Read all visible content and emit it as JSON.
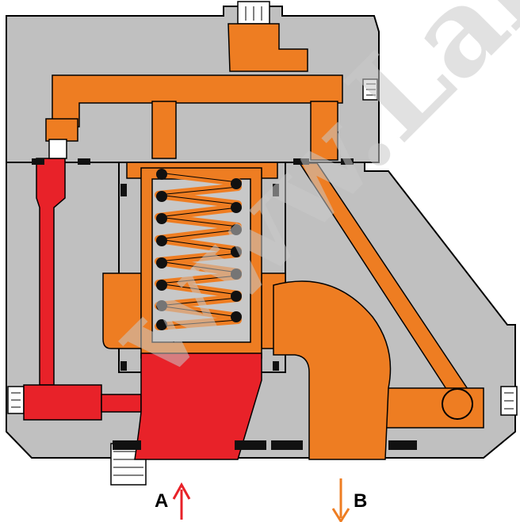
{
  "diagram": {
    "watermark": "www.Lab",
    "ports": [
      {
        "id": "A",
        "label": "A",
        "flow": "in"
      },
      {
        "id": "B",
        "label": "B",
        "flow": "out"
      }
    ],
    "colors": {
      "body": "#c0c0c0",
      "body_dark": "#a9a9a9",
      "outline": "#000000",
      "pilot_fluid": "#ee7d22",
      "inlet_fluid": "#e82229",
      "seal": "#111111",
      "arrow_in": "#e82229",
      "arrow_out": "#ee7d22",
      "fitting": "#ffffff"
    }
  }
}
